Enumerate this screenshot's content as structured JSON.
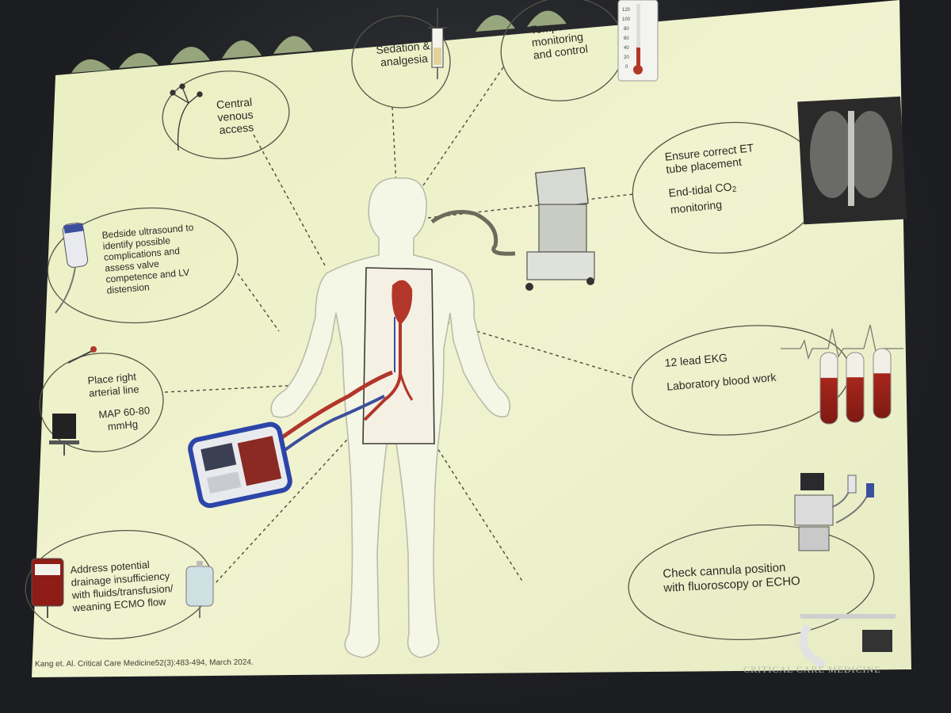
{
  "nodes": {
    "sedation": {
      "lines": [
        "Sedation &",
        "analgesia"
      ]
    },
    "temperature": {
      "lines": [
        "Temperature",
        "monitoring",
        "and control"
      ]
    },
    "central_venous": {
      "lines": [
        "Central",
        "venous",
        "access"
      ]
    },
    "et_tube": {
      "lines": [
        "Ensure correct ET",
        "tube placement"
      ],
      "line3_prefix": "End-tidal CO",
      "line3_sub": "2",
      "line4": "monitoring"
    },
    "ultrasound": {
      "lines": [
        "Bedside ultrasound to",
        "identify possible",
        "complications and",
        "assess valve",
        "competence and LV",
        "distension"
      ]
    },
    "ekg": {
      "line1": "12 lead EKG",
      "line2": "Laboratory blood work"
    },
    "arterial_line": {
      "lines": [
        "Place right",
        "arterial line"
      ],
      "map_lines": [
        "MAP 60-80",
        "mmHg"
      ]
    },
    "cannula": {
      "lines": [
        "Check cannula position",
        "with fluoroscopy or ECHO"
      ]
    },
    "drainage": {
      "lines": [
        "Address potential",
        "drainage insufficiency",
        "with fluids/transfusion/",
        "weaning ECMO flow"
      ]
    }
  },
  "citation": "Kang et. Al. Critical Care Medicine52(3):483-494, March 2024.",
  "watermark": "CRITICAL CARE MEDICINE",
  "thermometer_scale": [
    "120",
    "100",
    "80",
    "60",
    "40",
    "20",
    "0"
  ],
  "colors": {
    "slide_bg": "#eef2c9",
    "artery": "#b3362a",
    "vein": "#3c4f9c",
    "ecmo_frame": "#2c45a8",
    "blood": "#a8261c"
  }
}
